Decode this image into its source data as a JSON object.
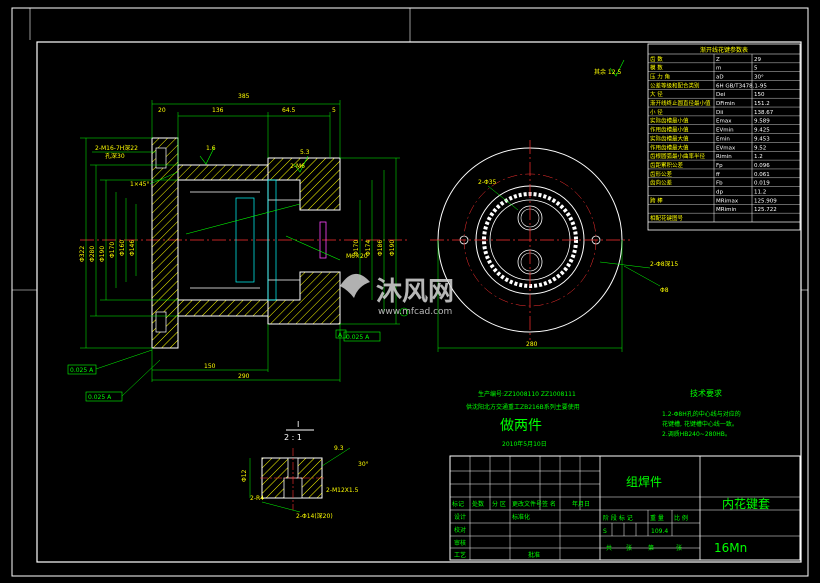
{
  "colors": {
    "background": "#000000",
    "frame": "#ffffff",
    "outline": "#ffffff",
    "dimension": "#00ff00",
    "centerline": "#ff3030",
    "hatch": "#ffff00",
    "text": "#ffff00",
    "cyan": "#00ffff",
    "magenta": "#ff44ff"
  },
  "param_table": {
    "title": "渐开线花键参数表",
    "rows": [
      {
        "label": "齿  数",
        "sym": "Z",
        "val": "29"
      },
      {
        "label": "模  数",
        "sym": "m",
        "val": "5"
      },
      {
        "label": "压 力 角",
        "sym": "aD",
        "val": "30°"
      },
      {
        "label": "公差等级和配合类别",
        "sym": "6H GB/T3478.1-95",
        "val": ""
      },
      {
        "label": "大  径",
        "sym": "Dei",
        "val": "150"
      },
      {
        "label": "渐开线终止圆直径最小值",
        "sym": "DFimin",
        "val": "151.2"
      },
      {
        "label": "小  径",
        "sym": "Dii",
        "val": "138.67"
      },
      {
        "label": "实际齿槽最小值",
        "sym": "Emax",
        "val": "9.589"
      },
      {
        "label": "作用齿槽最小值",
        "sym": "EVmin",
        "val": "9.425"
      },
      {
        "label": "实际齿槽最大值",
        "sym": "Emin",
        "val": "9.453"
      },
      {
        "label": "作用齿槽最大值",
        "sym": "EVmax",
        "val": "9.52"
      },
      {
        "label": "齿根圆弧最小曲率半径",
        "sym": "Rimin",
        "val": "1.2"
      },
      {
        "label": "齿距累积公差",
        "sym": "Fp",
        "val": "0.096"
      },
      {
        "label": "齿形公差",
        "sym": "ff",
        "val": "0.061"
      },
      {
        "label": "齿向公差",
        "sym": "Fb",
        "val": "0.019"
      },
      {
        "label": "",
        "sym": "dp",
        "val": "11.2"
      },
      {
        "label": "跨  棒",
        "sym": "MRimax",
        "val": "125.909"
      },
      {
        "label": "",
        "sym": "MRimin",
        "val": "125.722"
      },
      {
        "label": "相配花键图号",
        "sym": "",
        "val": ""
      }
    ]
  },
  "roughness_note": "其余 12.5",
  "left_view": {
    "dims_top": [
      "385",
      "20",
      "136",
      "64.5",
      "5"
    ],
    "dims_left": [
      "Φ322",
      "Φ280",
      "Φ190",
      "Φ170",
      "Φ160",
      "Φ146"
    ],
    "dims_right": [
      "Φ190",
      "Φ186",
      "Φ174",
      "Φ170"
    ],
    "dims_bottom": [
      "150",
      "290"
    ],
    "notes": [
      "2-M16-7H深22",
      "孔深30",
      "1×45°",
      "2-M6",
      "1.6",
      "5.3",
      "M6×20"
    ],
    "tolerances": [
      "0.025 A",
      "0.025 A",
      "0.025 A"
    ],
    "datum": "A"
  },
  "right_view": {
    "dim_bottom": "280",
    "callouts": [
      "2-Φ35",
      "2-Φ8深15",
      "Φ8"
    ]
  },
  "detail_view": {
    "label": "I",
    "scale": "2 : 1",
    "dims": [
      "Φ12",
      "9.3",
      "30°",
      "2-R4",
      "2-Φ14(深20)",
      "2-M12X1.5"
    ]
  },
  "notes_block": {
    "line1": "生产编号:ZZ1008110 ZZ1008111",
    "line2": "供沈阳北方交通重工ZB216B系列主要使用",
    "big": "做两件",
    "date": "2010年5月10日"
  },
  "tech_req": {
    "title": "技术要求",
    "items": [
      "1.2-Φ8H孔的中心线与对应的",
      "  花键槽, 花键槽中心线一致。",
      "2.调质HB240~280HB。"
    ]
  },
  "title_block": {
    "part_type": "组焊件",
    "part_name": "内花键套",
    "material": "16Mn",
    "mass": "109.4",
    "scale_label": "比例",
    "labels_row1": [
      "标记",
      "处数",
      "分 区",
      "更改文件号",
      "签 名",
      "年月日"
    ],
    "labels_left": [
      "设计",
      "校对",
      "审核",
      "工艺"
    ],
    "std_label": "标准化",
    "approve_label": "批准",
    "stage_labels": [
      "阶 段 标 记",
      "重 量",
      "比 例"
    ],
    "stage_mark": "S",
    "sheet_labels": [
      "共",
      "张",
      "第",
      "张"
    ]
  },
  "watermark": {
    "brand": "沐风网",
    "url": "www.mfcad.com"
  }
}
